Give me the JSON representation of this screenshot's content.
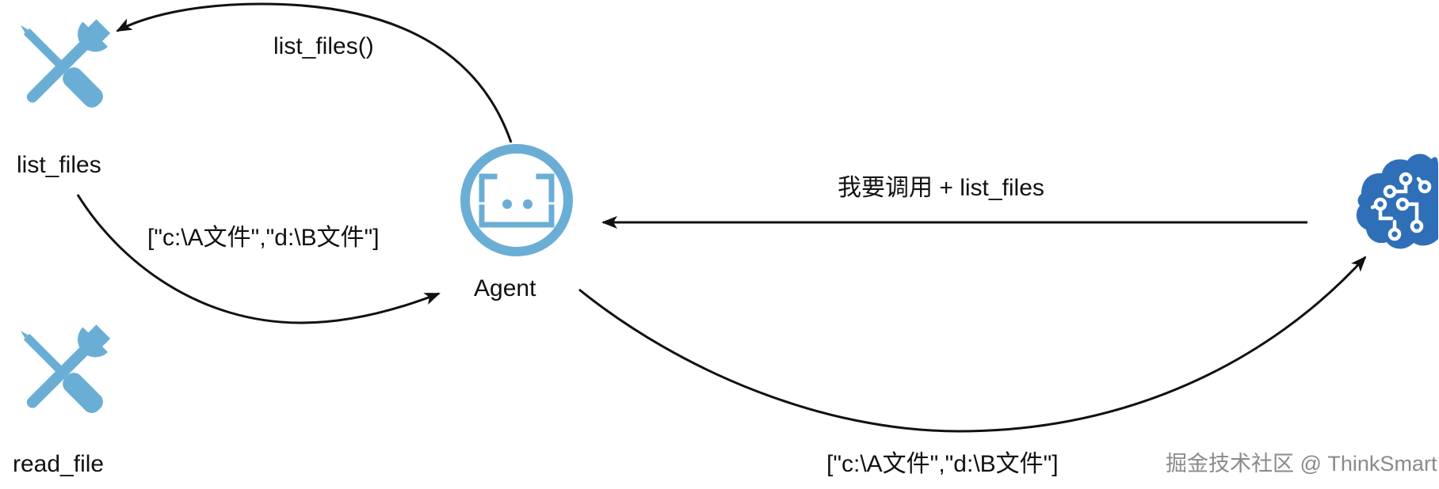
{
  "colors": {
    "tool_icon": "#6aaed6",
    "agent_icon": "#6aaed6",
    "brain_icon": "#2f6fb8",
    "arrow": "#111111",
    "text": "#111111",
    "watermark": "#8a8a8a"
  },
  "nodes": {
    "tool_list_files": {
      "label": "list_files",
      "icon": "tools-icon"
    },
    "tool_read_file": {
      "label": "read_file",
      "icon": "tools-icon"
    },
    "agent": {
      "label": "Agent",
      "icon": "agent-icon"
    },
    "llm": {
      "icon": "brain-circuit-icon"
    }
  },
  "edges": {
    "agent_to_tool": {
      "label": "list_files()"
    },
    "tool_to_agent": {
      "label": "[\"c:\\A文件\",\"d:\\B文件\"]"
    },
    "llm_to_agent": {
      "label": "我要调用 + list_files"
    },
    "agent_to_llm": {
      "label": "[\"c:\\A文件\",\"d:\\B文件\"]"
    }
  },
  "watermark": "掘金技术社区 @ ThinkSmart"
}
